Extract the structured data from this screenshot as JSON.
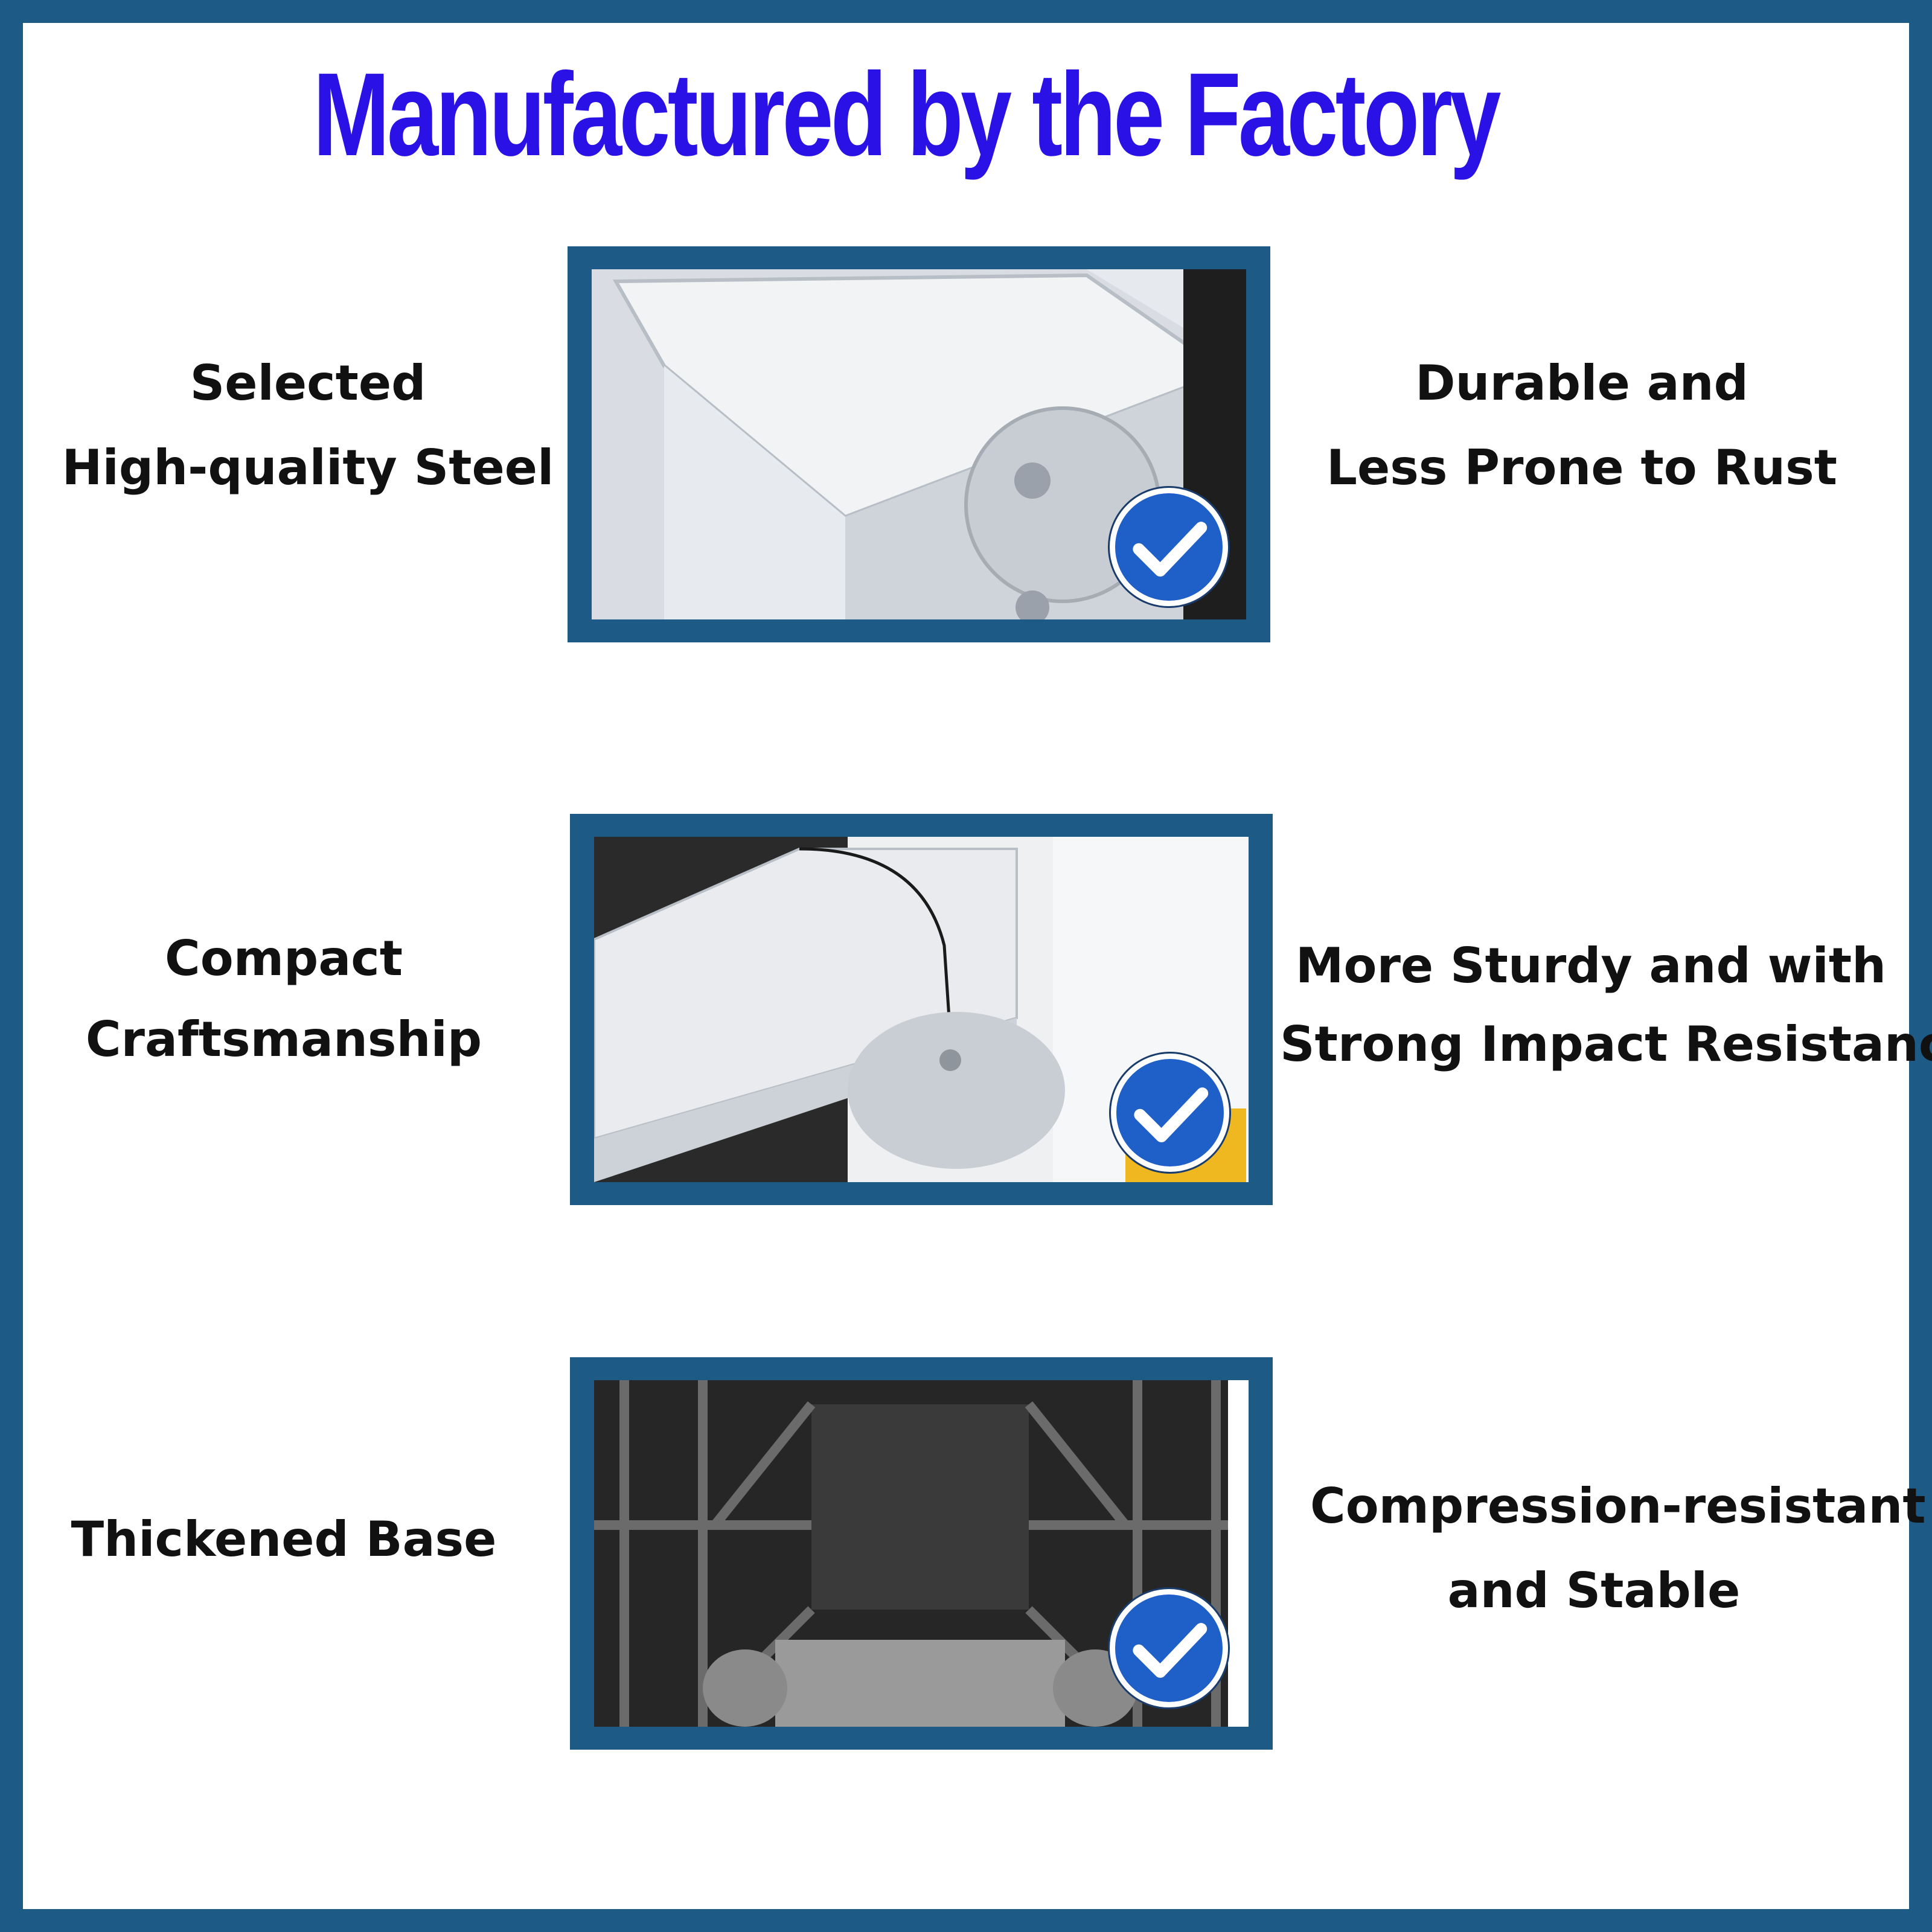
{
  "title": "Manufactured by the Factory",
  "rows": [
    {
      "left": [
        "Selected",
        "High-quality Steel"
      ],
      "right": [
        "Durable and",
        "Less Prone to Rust"
      ],
      "photo_icon": "post-cap-photo",
      "badge_icon": "checkmark-icon"
    },
    {
      "left": [
        "Compact",
        "Craftsmanship"
      ],
      "right": [
        "More Sturdy and with",
        "Strong Impact Resistance"
      ],
      "photo_icon": "rail-bracket-photo",
      "badge_icon": "checkmark-icon"
    },
    {
      "left": [
        "Thickened Base"
      ],
      "right": [
        "Compression-resistant",
        "and Stable"
      ],
      "photo_icon": "base-underside-photo",
      "badge_icon": "checkmark-icon"
    }
  ],
  "colors": {
    "border": "#1d5a86",
    "title": "#2a12e6",
    "badge": "#1f5fc8",
    "text": "#111111"
  }
}
